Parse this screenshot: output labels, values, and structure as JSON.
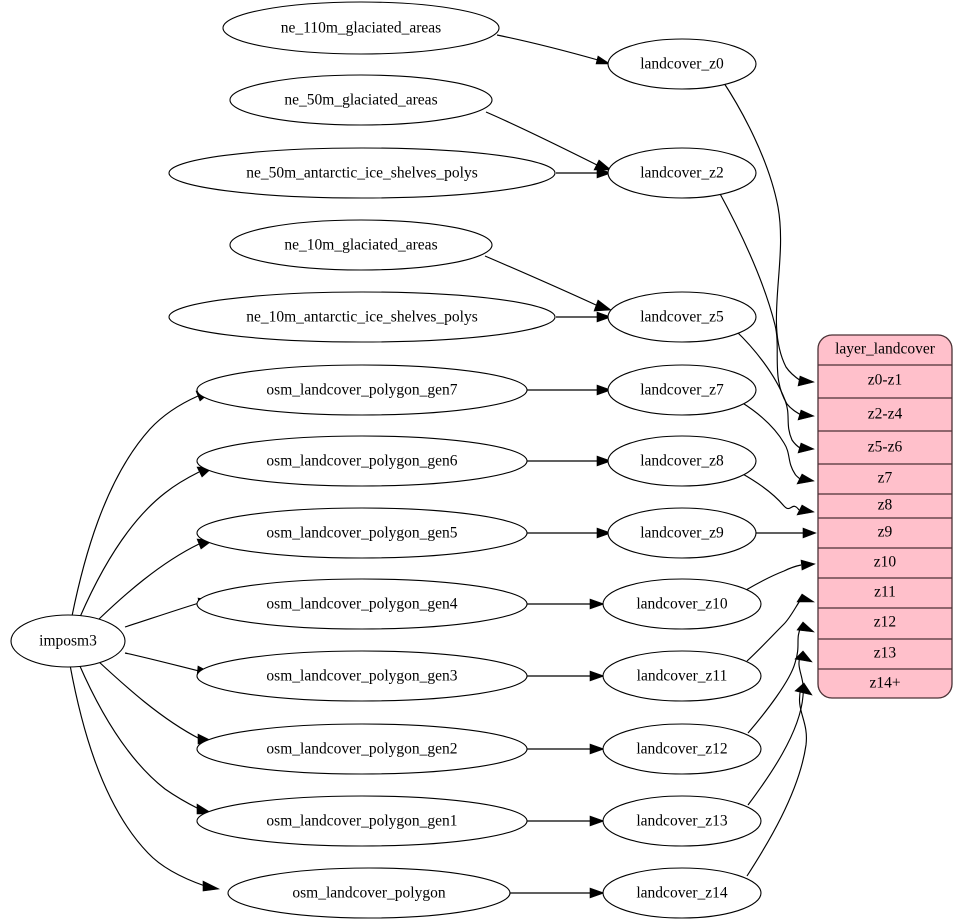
{
  "graph": {
    "title": "landcover layer data flow",
    "background_color": "#ffffff",
    "node_fill": "#ffffff",
    "node_stroke": "#000000",
    "record_fill": "#ffc0cb",
    "record_stroke": "#4a3135",
    "edge_color": "#000000"
  },
  "source_node": {
    "label": "imposm3"
  },
  "natural_earth_sources": [
    {
      "label": "ne_110m_glaciated_areas"
    },
    {
      "label": "ne_50m_glaciated_areas"
    },
    {
      "label": "ne_50m_antarctic_ice_shelves_polys"
    },
    {
      "label": "ne_10m_glaciated_areas"
    },
    {
      "label": "ne_10m_antarctic_ice_shelves_polys"
    }
  ],
  "osm_tables": [
    {
      "label": "osm_landcover_polygon_gen7"
    },
    {
      "label": "osm_landcover_polygon_gen6"
    },
    {
      "label": "osm_landcover_polygon_gen5"
    },
    {
      "label": "osm_landcover_polygon_gen4"
    },
    {
      "label": "osm_landcover_polygon_gen3"
    },
    {
      "label": "osm_landcover_polygon_gen2"
    },
    {
      "label": "osm_landcover_polygon_gen1"
    },
    {
      "label": "osm_landcover_polygon"
    }
  ],
  "landcover_views": [
    {
      "label": "landcover_z0"
    },
    {
      "label": "landcover_z2"
    },
    {
      "label": "landcover_z5"
    },
    {
      "label": "landcover_z7"
    },
    {
      "label": "landcover_z8"
    },
    {
      "label": "landcover_z9"
    },
    {
      "label": "landcover_z10"
    },
    {
      "label": "landcover_z11"
    },
    {
      "label": "landcover_z12"
    },
    {
      "label": "landcover_z13"
    },
    {
      "label": "landcover_z14"
    }
  ],
  "layer_record": {
    "title": "layer_landcover",
    "rows": [
      {
        "label": "z0-z1"
      },
      {
        "label": "z2-z4"
      },
      {
        "label": "z5-z6"
      },
      {
        "label": "z7"
      },
      {
        "label": "z8"
      },
      {
        "label": "z9"
      },
      {
        "label": "z10"
      },
      {
        "label": "z11"
      },
      {
        "label": "z12"
      },
      {
        "label": "z13"
      },
      {
        "label": "z14+"
      }
    ]
  }
}
